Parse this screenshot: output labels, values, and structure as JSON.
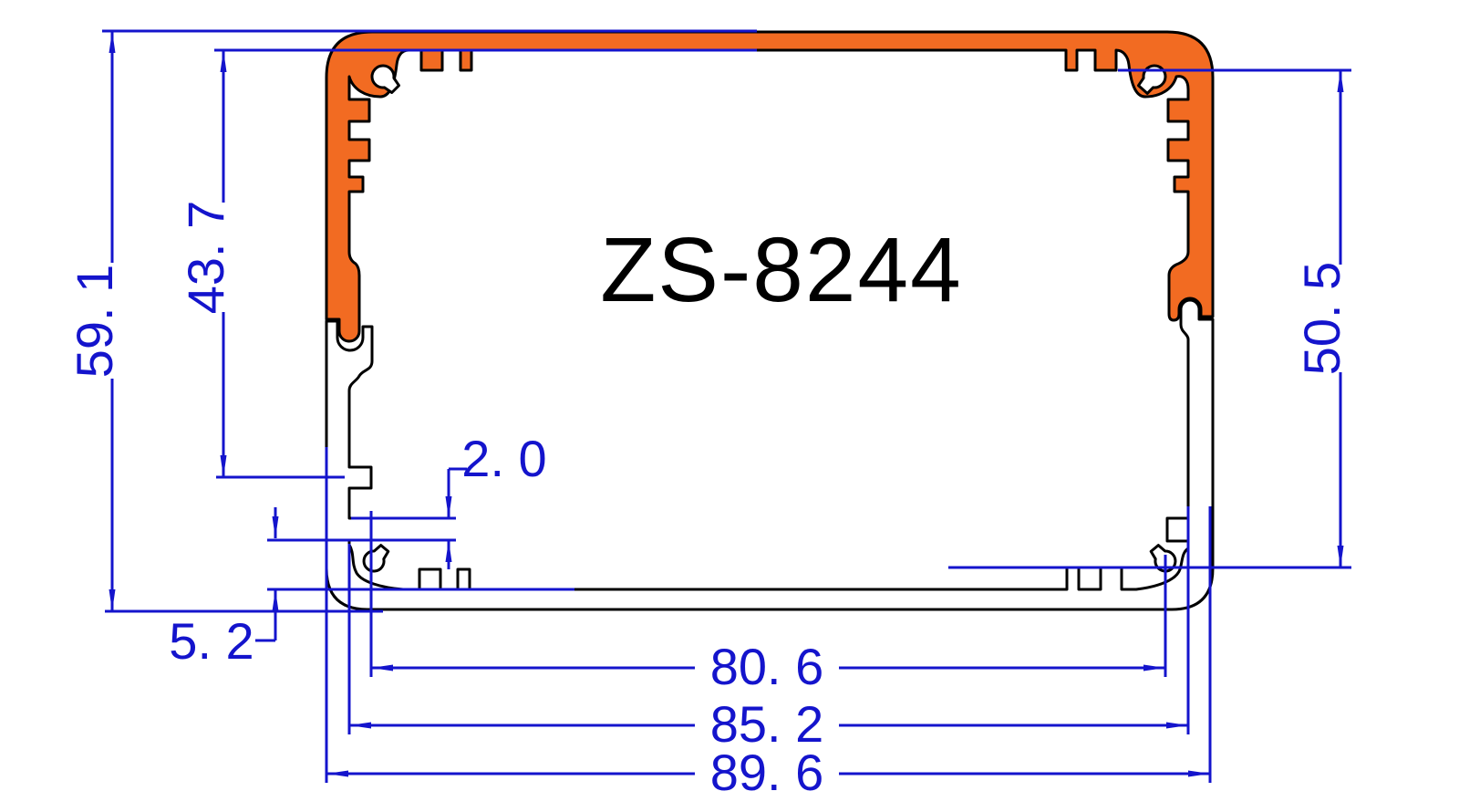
{
  "drawing": {
    "title": "ZS-8244",
    "type_note": "aluminum extrusion enclosure cross-section",
    "dimensions": {
      "total_height": "59. 1",
      "inner_height": "43. 7",
      "right_height": "50. 5",
      "bottom_offset": "5. 2",
      "fin_thickness": "2. 0",
      "inner_width": "80. 6",
      "middle_width": "85. 2",
      "total_width": "89. 6"
    },
    "colors": {
      "dimension_blue": "#1414cc",
      "profile_orange": "#f26b22",
      "outline_black": "#000000",
      "background": "#ffffff"
    }
  }
}
